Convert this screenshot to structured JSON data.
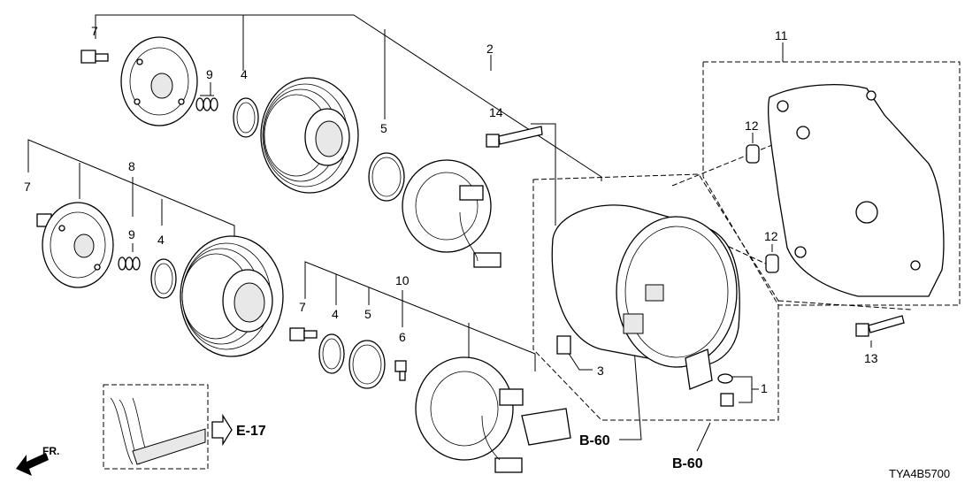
{
  "callouts": {
    "c1": "1",
    "c2": "2",
    "c3": "3",
    "c4a": "4",
    "c4b": "4",
    "c4c": "4",
    "c5a": "5",
    "c5b": "5",
    "c6": "6",
    "c7a": "7",
    "c7b": "7",
    "c7c": "7",
    "c8": "8",
    "c9a": "9",
    "c9b": "9",
    "c10": "10",
    "c11": "11",
    "c12a": "12",
    "c12b": "12",
    "c13": "13",
    "c14": "14"
  },
  "refs": {
    "e17": "E-17",
    "b60a": "B-60",
    "b60b": "B-60"
  },
  "direction": "FR.",
  "diagram_code": "TYA4B5700"
}
